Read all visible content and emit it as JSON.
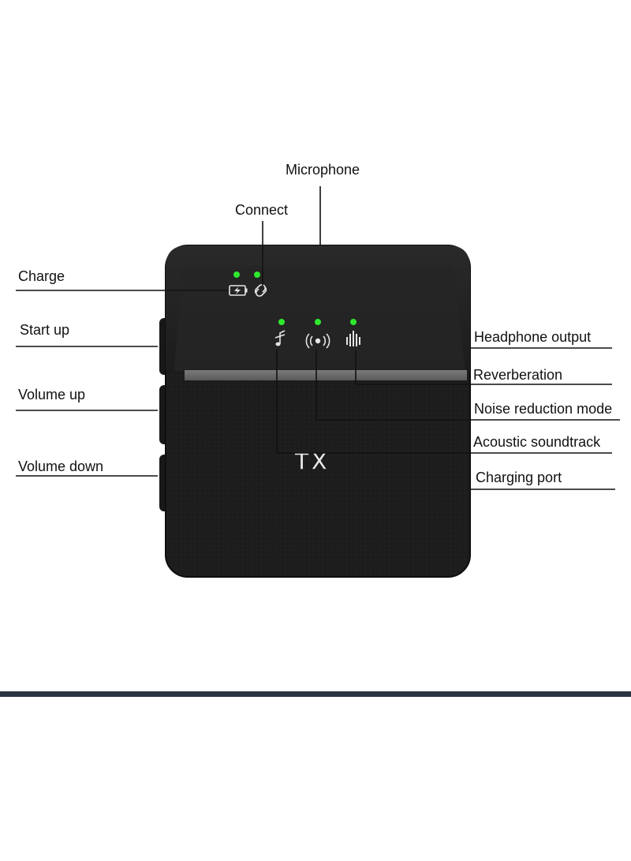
{
  "labels": {
    "microphone": "Microphone",
    "connect": "Connect",
    "charge": "Charge",
    "start_up": "Start up",
    "volume_up": "Volume up",
    "volume_down": "Volume down",
    "headphone_output": "Headphone output",
    "reverberation": "Reverberation",
    "noise_reduction_mode": "Noise reduction mode",
    "acoustic_soundtrack": "Acoustic soundtrack",
    "charging_port": "Charging port"
  },
  "device": {
    "name": "TX",
    "body_color": "#1d1d1d",
    "panel_color": "#232323",
    "strip_color": "#6b6b6b",
    "led_color": "#2ee82e"
  },
  "icons": [
    "battery-icon",
    "link-icon",
    "music-note-icon",
    "noise-reduction-icon",
    "reverb-wave-icon"
  ],
  "colors": {
    "bar": "#2b3440",
    "text": "#111111"
  }
}
